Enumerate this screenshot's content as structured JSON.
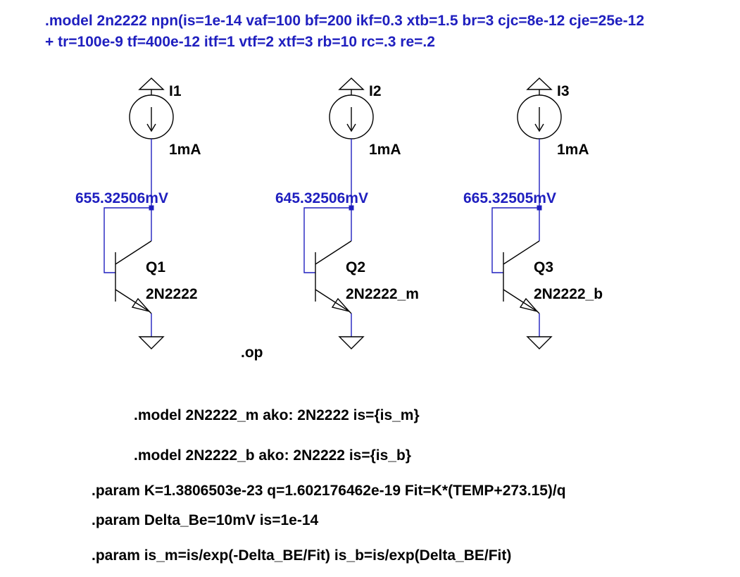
{
  "model_line_1": ".model 2n2222 npn(is=1e-14 vaf=100 bf=200 ikf=0.3 xtb=1.5 br=3 cjc=8e-12 cje=25e-12",
  "model_line_2": "+ tr=100e-9 tf=400e-12 itf=1 vtf=2 xtf=3 rb=10 rc=.3 re=.2",
  "colors": {
    "wire": "#1f1fbf",
    "component": "#000000",
    "directive_blue": "#1f1fbf"
  },
  "sources": [
    {
      "name": "I1",
      "value": "1mA"
    },
    {
      "name": "I2",
      "value": "1mA"
    },
    {
      "name": "I3",
      "value": "1mA"
    }
  ],
  "node_voltages": [
    "655.32506mV",
    "645.32506mV",
    "665.32505mV"
  ],
  "transistors": [
    {
      "name": "Q1",
      "model": "2N2222"
    },
    {
      "name": "Q2",
      "model": "2N2222_m"
    },
    {
      "name": "Q3",
      "model": "2N2222_b"
    }
  ],
  "op_directive": ".op",
  "directives": [
    ".model 2N2222_m ako: 2N2222  is={is_m}",
    ".model 2N2222_b ako: 2N2222  is={is_b}",
    ".param K=1.3806503e-23 q=1.602176462e-19 Fit=K*(TEMP+273.15)/q",
    ".param Delta_Be=10mV is=1e-14",
    ".param  is_m=is/exp(-Delta_BE/Fit)  is_b=is/exp(Delta_BE/Fit)"
  ]
}
